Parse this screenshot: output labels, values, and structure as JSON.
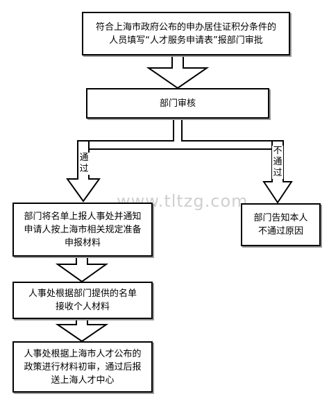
{
  "nodes": {
    "top": [
      "符合上海市政府公布的申办居住证积分条件的",
      "人员填写“人才服务申请表”报部门审批"
    ],
    "review": [
      "部门审核"
    ],
    "pass_step": [
      "部门将名单上报人事处并通知",
      "申请人按上海市相关规定准备",
      "申报材料"
    ],
    "fail_step": [
      "部门告知本人",
      "不通过原因"
    ],
    "collect": [
      "人事处根据部门提供的名单",
      "接收个人材料"
    ],
    "final": [
      "人事处根据上海市人才公布的",
      "政策进行材料初审，通过后报",
      "送上海人才中心"
    ]
  },
  "branches": {
    "pass": [
      "通",
      "过"
    ],
    "fail": [
      "不",
      "通",
      "过"
    ]
  },
  "watermark": "www.tltzg.com"
}
